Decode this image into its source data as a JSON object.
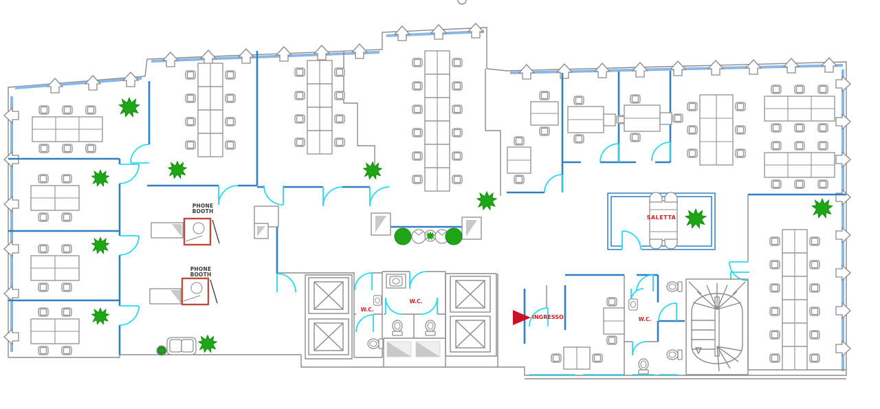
{
  "floorplan": {
    "labels": {
      "phone_booth_line1": "PHONE",
      "phone_booth_line2": "BOOTH",
      "saletta": "SALETTA",
      "wc": "W.C.",
      "ingresso": "INGRESSO"
    }
  },
  "colors": {
    "wall_gray": "#8a8a8a",
    "furniture_gray": "#8f8f8f",
    "partition_blue": "#2f7fc1",
    "window_blue": "#8ab7e6",
    "door_cyan": "#27d9f0",
    "label_red": "#d22020",
    "booth_red": "#c04a3a",
    "plant_green": "#1fa517",
    "entrance_red": "#cc1122"
  },
  "icons": {
    "plant_icon": "green plant splat",
    "entrance_arrow_icon": "solid red triangle pointing right",
    "phone_booth_icon": "red square booth with person circle",
    "elevator_icon": "square shaft with X",
    "stairs_icon": "winding staircase",
    "toilet_icon": "toilet plan symbol",
    "sink_icon": "sink plan symbol",
    "sofa_icon": "two-seat sofa plan symbol",
    "armchair_icon": "round lounge chair"
  }
}
